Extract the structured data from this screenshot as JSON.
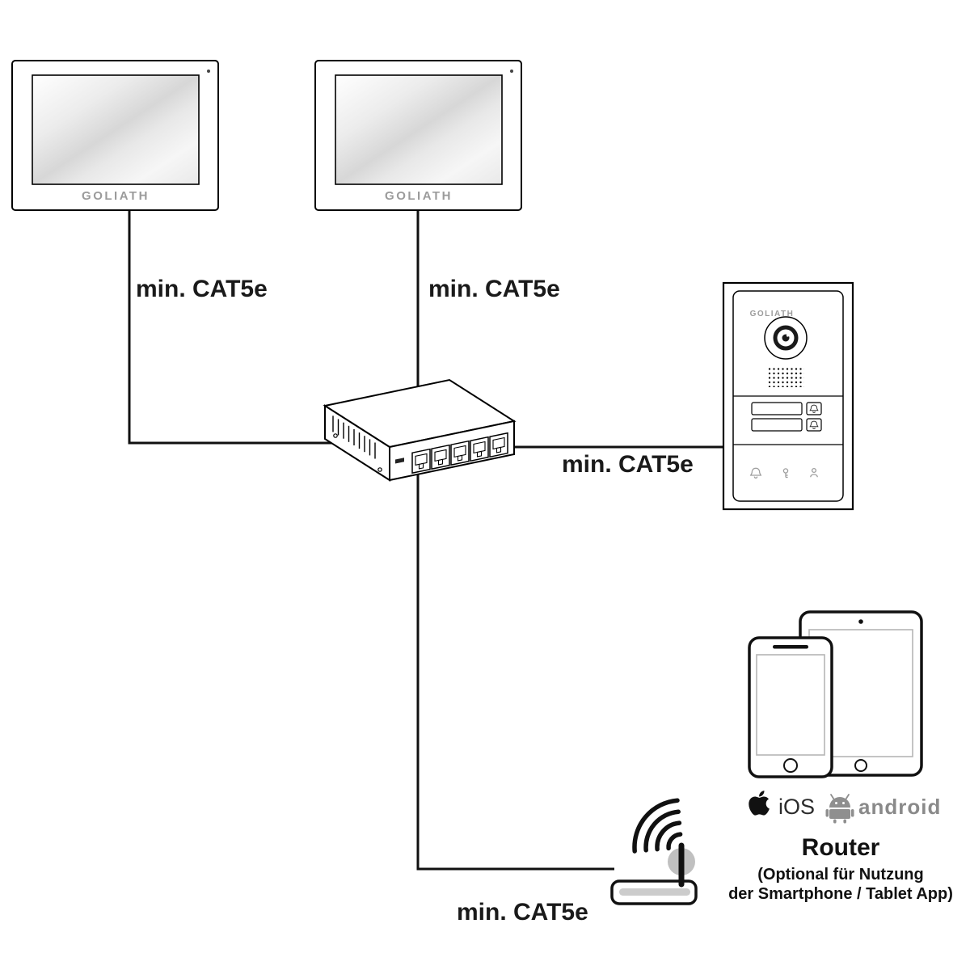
{
  "cables": {
    "monitor1_label": "min. CAT5e",
    "monitor2_label": "min. CAT5e",
    "door_label": "min. CAT5e",
    "router_label": "min. CAT5e"
  },
  "monitor1": {
    "brand": "GOLIATH"
  },
  "monitor2": {
    "brand": "GOLIATH"
  },
  "door_station": {
    "brand": "GOLIATH"
  },
  "mobile": {
    "ios_label": "iOS",
    "android_label": "android"
  },
  "router": {
    "title": "Router",
    "note_line1": "(Optional für Nutzung",
    "note_line2": "der Smartphone / Tablet App)"
  },
  "colors": {
    "cable": "#111111",
    "brand_gray": "#9b9b9b",
    "label_text": "#1a1a1a"
  }
}
